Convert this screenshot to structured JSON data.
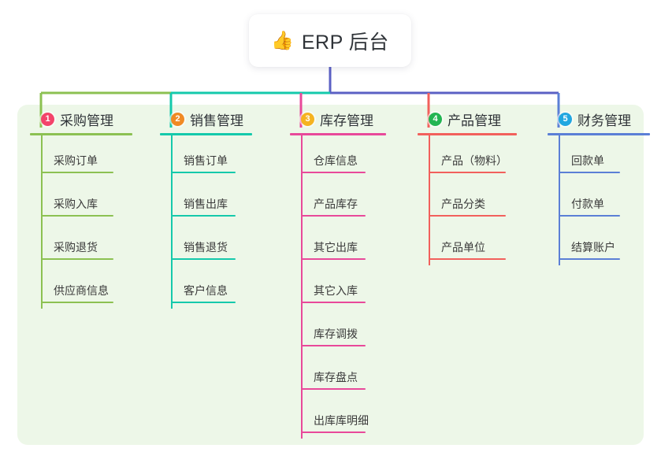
{
  "diagram": {
    "type": "mind-map",
    "background_color": "#ffffff",
    "panel_color": "#edf7e8",
    "root": {
      "emoji": "👍",
      "emoji_name": "thumbs-up-icon",
      "title": "ERP 后台",
      "card_color": "#ffffff",
      "connector_color": "#5b60c4"
    },
    "branches": [
      {
        "index": "1",
        "title": "采购管理",
        "color": "#8cc152",
        "badge_color": "#f3436a",
        "children": [
          "采购订单",
          "采购入库",
          "采购退货",
          "供应商信息"
        ]
      },
      {
        "index": "2",
        "title": "销售管理",
        "color": "#15c9ab",
        "badge_color": "#f08a24",
        "children": [
          "销售订单",
          "销售出库",
          "销售退货",
          "客户信息"
        ]
      },
      {
        "index": "3",
        "title": "库存管理",
        "color": "#e8499a",
        "badge_color": "#f5b320",
        "children": [
          "仓库信息",
          "产品库存",
          "其它出库",
          "其它入库",
          "库存调拨",
          "库存盘点",
          "出库库明细"
        ]
      },
      {
        "index": "4",
        "title": "产品管理",
        "color": "#f2605c",
        "badge_color": "#23b552",
        "children": [
          "产品（物料）",
          "产品分类",
          "产品单位"
        ]
      },
      {
        "index": "5",
        "title": "财务管理",
        "color": "#5b7fd6",
        "badge_color": "#21a7e0",
        "children": [
          "回款单",
          "付款单",
          "结算账户"
        ]
      }
    ]
  }
}
